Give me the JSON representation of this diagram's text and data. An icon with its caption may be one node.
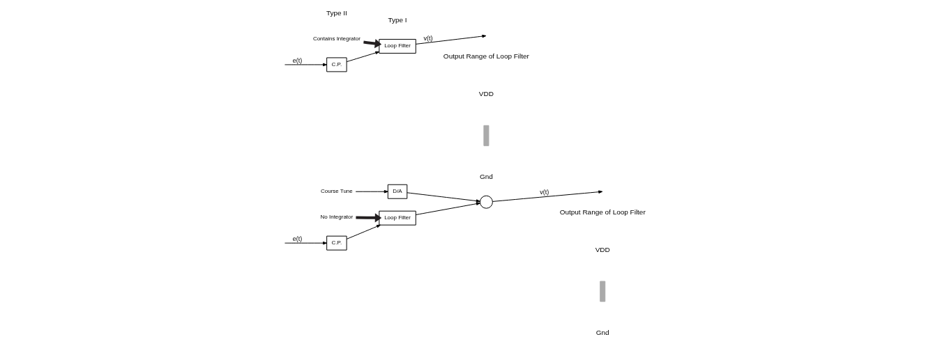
{
  "diagram": {
    "nodes": [
      {
        "text": [
          "Course Tune"
        ]
      },
      {
        "text": [
          "D/A"
        ]
      },
      {
        "text": [
          "No Integrator"
        ]
      },
      {
        "text": [
          "C.P."
        ]
      },
      {
        "text": [
          "Loop Filter"
        ]
      },
      {
        "text": [],
        "shape": "circle"
      },
      {
        "text": [
          "Contains Integrator"
        ]
      },
      {
        "text": [
          "C.P."
        ]
      },
      {
        "text": [
          "Loop Filter"
        ]
      }
    ],
    "edges": [
      {
        "from": 0,
        "to": 1,
        "arrow": "to"
      },
      {
        "from": null,
        "to": 3,
        "arrow": "to",
        "label": "e(t)"
      },
      {
        "from": 3,
        "to": 4,
        "arrow": "to"
      },
      {
        "from": 2,
        "to": 4,
        "arrow": "to",
        "style": "thick",
        "color": "#231f20"
      },
      {
        "from": 4,
        "to": 5,
        "arrow": "to"
      },
      {
        "from": 1,
        "to": 5,
        "arrow": "to"
      },
      {
        "from": 5,
        "to": null,
        "arrow": "to",
        "label": "v(t)"
      },
      {
        "from": null,
        "to": 7,
        "arrow": "to",
        "label": "e(t)"
      },
      {
        "from": 7,
        "to": 8,
        "arrow": "to"
      },
      {
        "from": 6,
        "to": 8,
        "arrow": "to",
        "style": "thick",
        "color": "#231f20"
      },
      {
        "from": 8,
        "to": null,
        "arrow": "to",
        "label": "v(t)"
      }
    ],
    "labels": [
      "Type I",
      "Type II",
      "Output Range of Loop Filter",
      "VDD",
      "Gnd",
      "Output Range of Loop Filter",
      "VDD",
      "Gnd"
    ]
  }
}
